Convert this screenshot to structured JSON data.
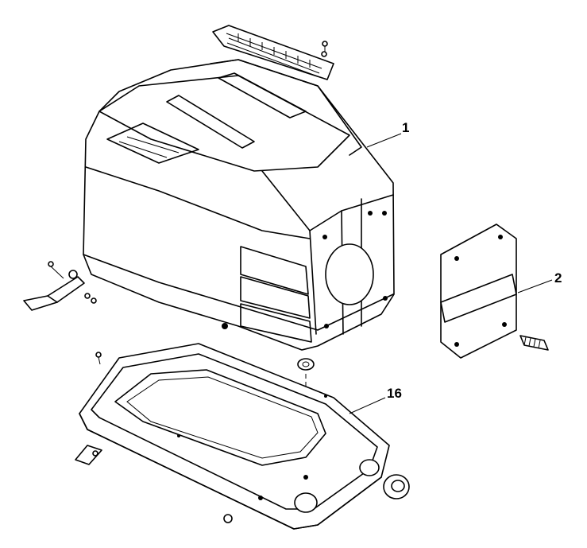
{
  "callouts": {
    "cowl_top": "1",
    "bracket": "2",
    "bottom_pan": "16"
  }
}
